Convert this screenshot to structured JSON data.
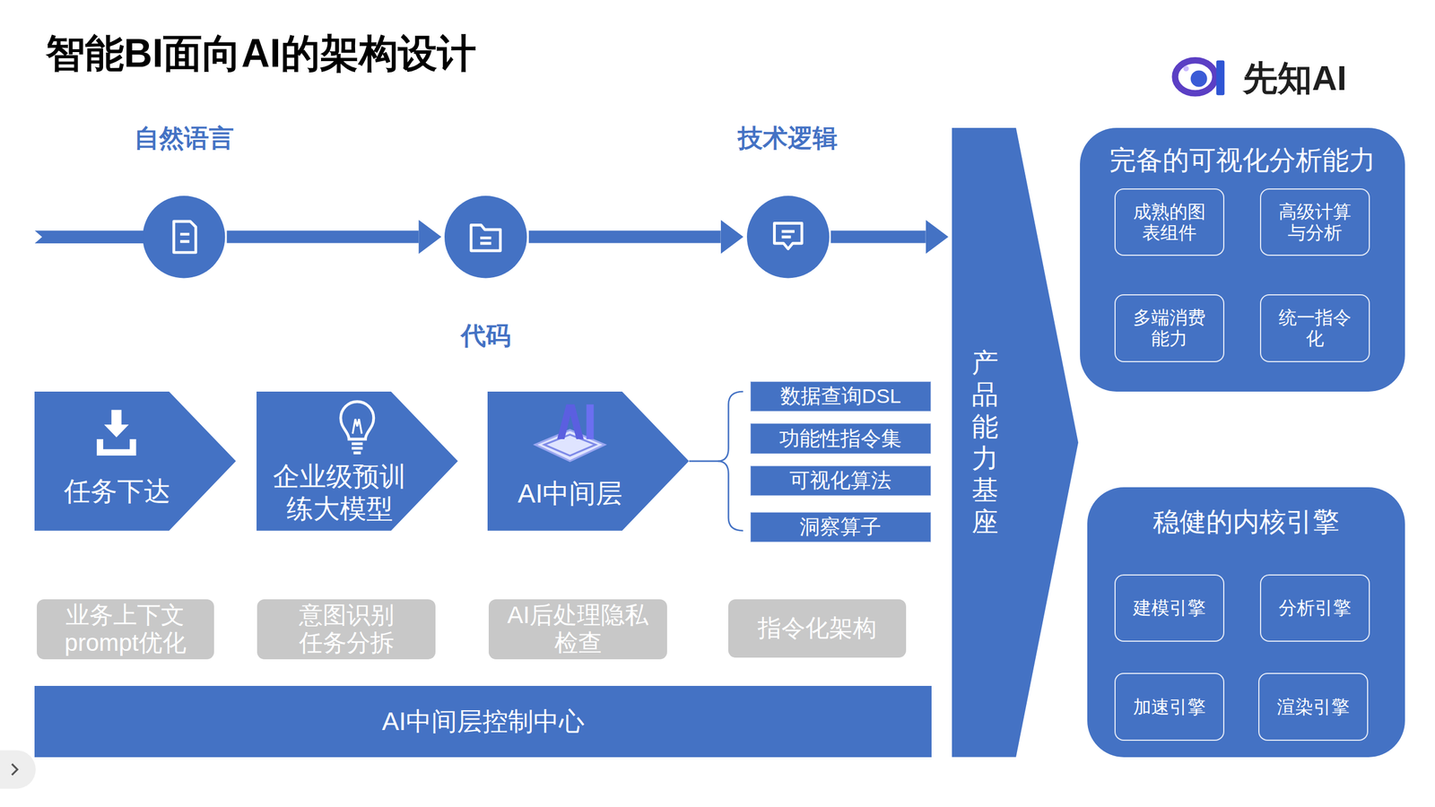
{
  "diagram": {
    "title": "智能BI面向AI的架构设计",
    "nodes": [
      {
        "text": [
          "自然语言"
        ]
      },
      {
        "text": [
          "代码"
        ]
      },
      {
        "text": [
          "技术逻辑"
        ]
      },
      {
        "text": [
          "任务下达"
        ]
      },
      {
        "text": [
          "企业级预训练大模型"
        ]
      },
      {
        "text": [
          "AI中间层"
        ]
      },
      {
        "text": [
          "数据查询DSL"
        ]
      },
      {
        "text": [
          "功能性指令集"
        ]
      },
      {
        "text": [
          "可视化算法"
        ]
      },
      {
        "text": [
          "洞察算子"
        ]
      },
      {
        "text": [
          "业务上下文 prompt优化"
        ]
      },
      {
        "text": [
          "意图识别 任务分拆"
        ]
      },
      {
        "text": [
          "AI后处理隐私 检查"
        ]
      },
      {
        "text": [
          "指令化架构"
        ]
      },
      {
        "text": [
          "AI中间层控制中心"
        ]
      },
      {
        "text": [
          "产品能力基座"
        ]
      },
      {
        "text": [
          "完备的可视化分析能力"
        ]
      },
      {
        "text": [
          "成熟的图表组件"
        ],
        "in": 16
      },
      {
        "text": [
          "高级计算与分析"
        ],
        "in": 16
      },
      {
        "text": [
          "多端消费能力"
        ],
        "in": 16
      },
      {
        "text": [
          "统一指令化"
        ],
        "in": 16
      },
      {
        "text": [
          "稳健的内核引擎"
        ]
      },
      {
        "text": [
          "建模引擎"
        ],
        "in": 21
      },
      {
        "text": [
          "分析引擎"
        ],
        "in": 21
      },
      {
        "text": [
          "加速引擎"
        ],
        "in": 21
      },
      {
        "text": [
          "渲染引擎"
        ],
        "in": 21
      }
    ],
    "edges": [
      {
        "from": 0,
        "to": 1,
        "arrow": "to"
      },
      {
        "from": 1,
        "to": 2,
        "arrow": "to"
      },
      {
        "from": 2,
        "to": 15,
        "arrow": "to"
      }
    ],
    "labels": [
      "先知AI"
    ]
  }
}
